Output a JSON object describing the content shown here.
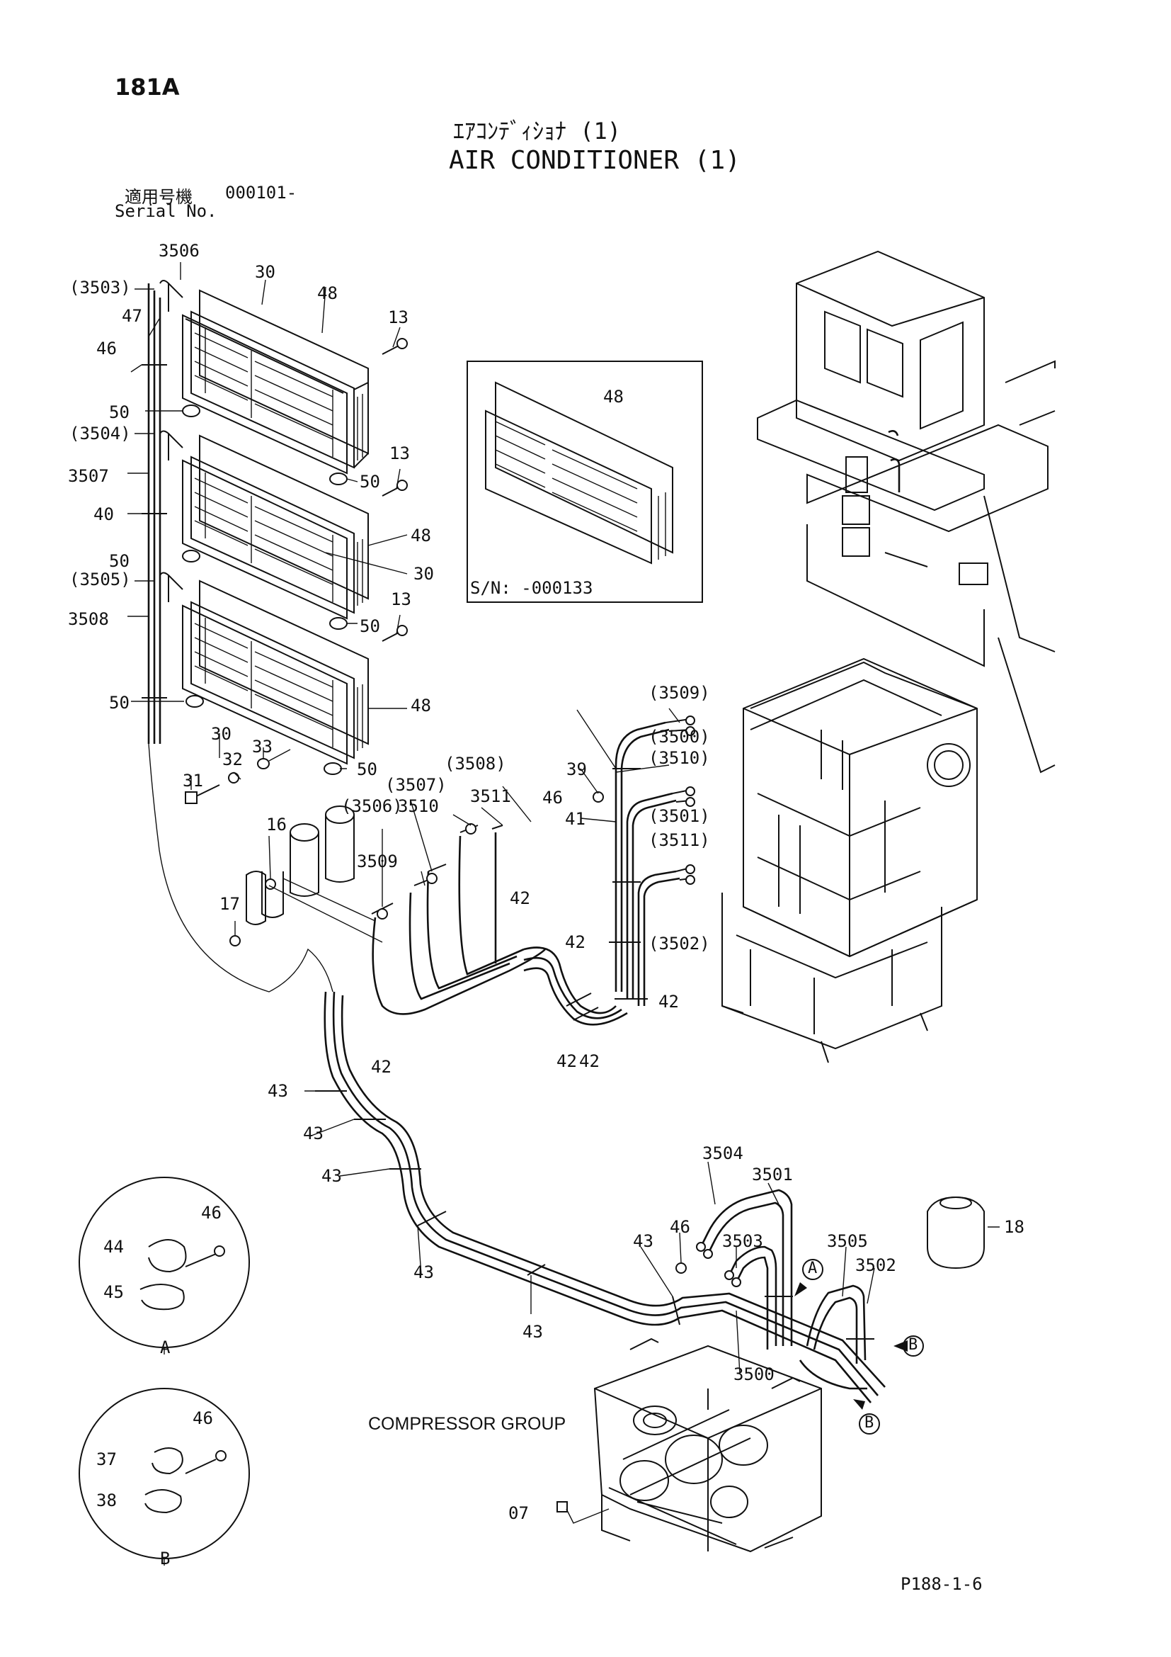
{
  "header": {
    "page_code": "181A",
    "title_jp": "ｴｱｺﾝﾃﾞｨｼｮﾅ (1)",
    "title_en": "AIR CONDITIONER (1)",
    "serial_label_jp": "適用号機",
    "serial_value": "000101-",
    "serial_label_en": "Serial No."
  },
  "inset": {
    "part": "48",
    "serial_note": "S/N:  -000133"
  },
  "group_label": "COMPRESSOR GROUP",
  "footer_code": "P188-1-6",
  "detail_labels": {
    "a": "A",
    "b": "B"
  },
  "callouts": [
    "3506",
    "(3503)",
    "30",
    "48",
    "47",
    "46",
    "13",
    "50",
    "(3504)",
    "3507",
    "13",
    "50",
    "40",
    "48",
    "50",
    "30",
    "(3505)",
    "3508",
    "13",
    "50",
    "50",
    "48",
    "30",
    "33",
    "32",
    "31",
    "50",
    "(3509)",
    "39",
    "(3500)",
    "46",
    "(3510)",
    "(3501)",
    "41",
    "(3511)",
    "(3502)",
    "42",
    "42",
    "(3508)",
    "(3507)",
    "3511",
    "(3506)",
    "3510",
    "3509",
    "16",
    "17",
    "42",
    "42",
    "42",
    "42",
    "43",
    "43",
    "43",
    "43",
    "43",
    "43",
    "3504",
    "3501",
    "46",
    "3503",
    "3505",
    "3502",
    "3500",
    "18",
    "07",
    "46",
    "44",
    "45",
    "46",
    "37",
    "38"
  ]
}
